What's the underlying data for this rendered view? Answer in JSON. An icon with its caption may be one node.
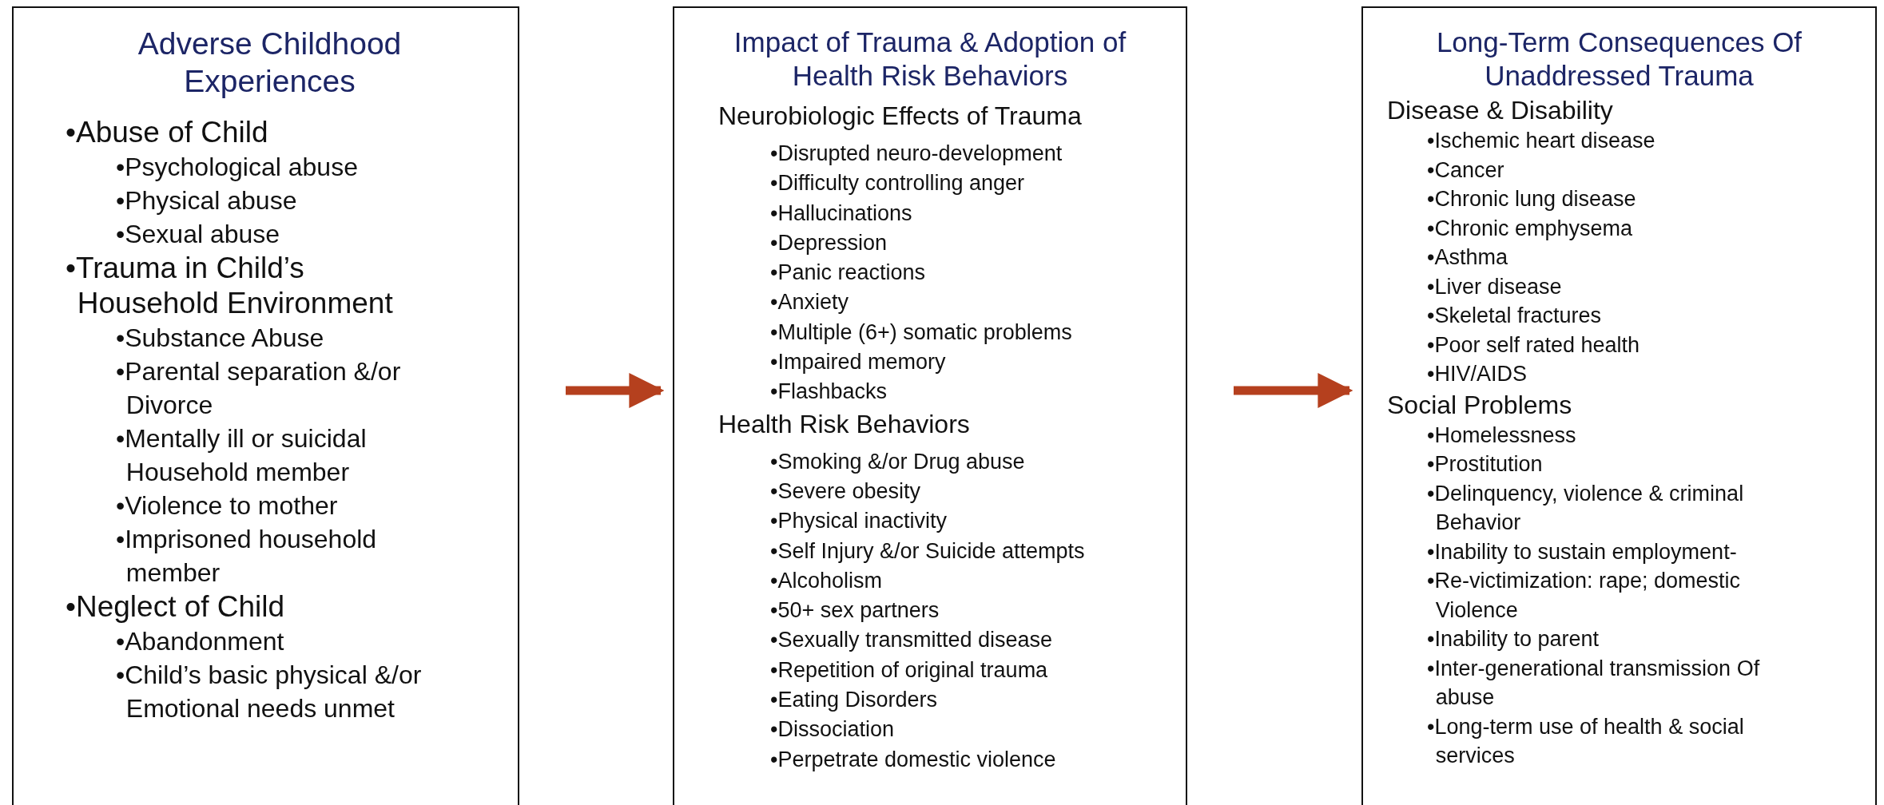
{
  "diagram": {
    "nodes": [
      {
        "text": [
          "Adverse Childhood Experiences",
          "•Abuse of Child",
          "•Psychological abuse",
          "•Physical abuse",
          "•Sexual abuse",
          "•Trauma in Child’s Household Environment",
          "•Substance Abuse",
          "•Parental separation &/or Divorce",
          "•Mentally ill or suicidal Household member",
          "•Violence to mother",
          "•Imprisoned household member",
          "•Neglect of Child",
          "•Abandonment",
          "•Child’s basic physical &/or Emotional needs unmet"
        ]
      },
      {
        "text": [
          "Impact of Trauma & Adoption of Health Risk Behaviors",
          "Neurobiologic Effects of Trauma",
          "•Disrupted neuro-development",
          "•Difficulty controlling anger",
          "•Hallucinations",
          "•Depression",
          "•Panic reactions",
          "•Anxiety",
          "•Multiple (6+) somatic problems",
          "•Impaired memory",
          "•Flashbacks",
          "Health Risk Behaviors",
          "•Smoking &/or Drug abuse",
          "•Severe obesity",
          "•Physical inactivity",
          "•Self Injury &/or Suicide attempts",
          "•Alcoholism",
          "•50+ sex partners",
          "•Sexually transmitted disease",
          "•Repetition of original trauma",
          "•Eating Disorders",
          "•Dissociation",
          "•Perpetrate domestic violence"
        ]
      },
      {
        "text": [
          "Long-Term Consequences Of Unaddressed Trauma",
          "Disease & Disability",
          "•Ischemic heart disease",
          "•Cancer",
          "•Chronic lung disease",
          "•Chronic emphysema",
          "•Asthma",
          "•Liver disease",
          "•Skeletal fractures",
          "•Poor self rated health",
          "•HIV/AIDS",
          "Social Problems",
          "•Homelessness",
          "•Prostitution",
          "•Delinquency, violence & criminal Behavior",
          "•Inability to sustain employment-",
          "•Re-victimization: rape; domestic Violence",
          "•Inability to parent",
          "•Inter-generational transmission Of abuse",
          "•Long-term use of health & social services"
        ]
      }
    ],
    "edges": [
      {
        "from": 0,
        "to": 1,
        "arrow": "to"
      },
      {
        "from": 1,
        "to": 2,
        "arrow": "to"
      }
    ]
  }
}
